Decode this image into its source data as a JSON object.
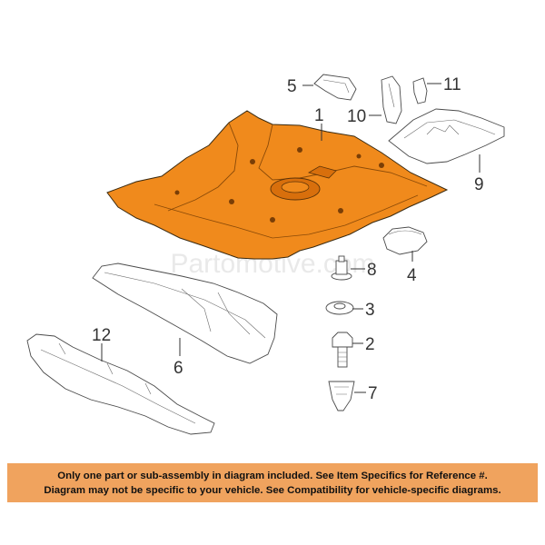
{
  "diagram": {
    "watermark": "Partomotive.com",
    "callouts": {
      "c1": "1",
      "c2": "2",
      "c3": "3",
      "c4": "4",
      "c5": "5",
      "c6": "6",
      "c7": "7",
      "c8": "8",
      "c9": "9",
      "c10": "10",
      "c11": "11",
      "c12": "12"
    },
    "colors": {
      "main_part_fill": "#f08a1c",
      "main_part_shade": "#d86f0c",
      "notice_background": "#f0a35e"
    }
  },
  "notice": {
    "line1": "Only one part or sub-assembly in diagram included. See Item Specifics for Reference #.",
    "line2": "Diagram may not be specific to your vehicle. See Compatibility for vehicle-specific diagrams."
  }
}
